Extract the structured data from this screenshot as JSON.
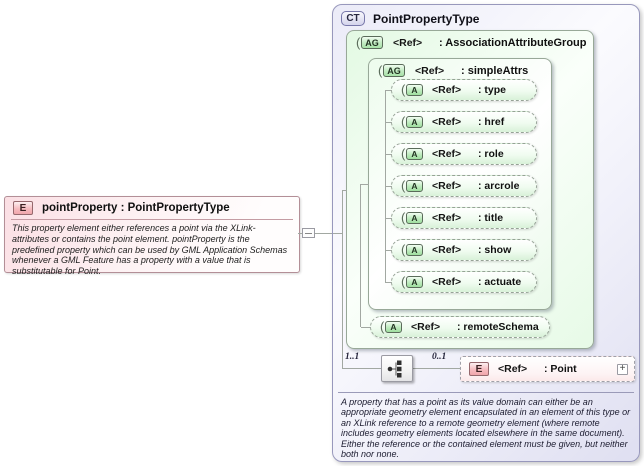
{
  "colors": {
    "element_pink": "#f0a6ab",
    "attribute_green": "#9ede9e",
    "complex_type_lavender": "#dfdff1",
    "connector_gray": "#a2a8a2"
  },
  "source": {
    "badge": "E",
    "title": "pointProperty : PointPropertyType",
    "description": "This property element either references a point via the XLink-attributes or contains the point element. pointProperty is the predefined property which can be used by GML Application Schemas whenever a GML Feature has a property with a value that is substitutable for Point."
  },
  "ct": {
    "badge": "CT",
    "title": "PointPropertyType",
    "assoc_group": {
      "badge": "AG",
      "ref": "<Ref>",
      "name": ": AssociationAttributeGroup"
    },
    "simple_attrs": {
      "badge": "AG",
      "ref": "<Ref>",
      "name": ": simpleAttrs",
      "attributes": [
        {
          "badge": "A",
          "ref": "<Ref>",
          "name": ": type"
        },
        {
          "badge": "A",
          "ref": "<Ref>",
          "name": ": href"
        },
        {
          "badge": "A",
          "ref": "<Ref>",
          "name": ": role"
        },
        {
          "badge": "A",
          "ref": "<Ref>",
          "name": ": arcrole"
        },
        {
          "badge": "A",
          "ref": "<Ref>",
          "name": ": title"
        },
        {
          "badge": "A",
          "ref": "<Ref>",
          "name": ": show"
        },
        {
          "badge": "A",
          "ref": "<Ref>",
          "name": ": actuate"
        }
      ]
    },
    "remote_schema": {
      "badge": "A",
      "ref": "<Ref>",
      "name": ": remoteSchema"
    },
    "sequence": {
      "cardinality": "1..1",
      "child_cardinality": "0..1",
      "point": {
        "badge": "E",
        "ref": "<Ref>",
        "name": ": Point",
        "expand": "+"
      }
    },
    "annotation": "A property that has a point as its value domain can either be an appropriate geometry element encapsulated in an element of this type or an XLink reference to a remote geometry element (where remote includes geometry elements located elsewhere in the same document). Either the reference or the contained element must be given, but neither both nor none."
  }
}
